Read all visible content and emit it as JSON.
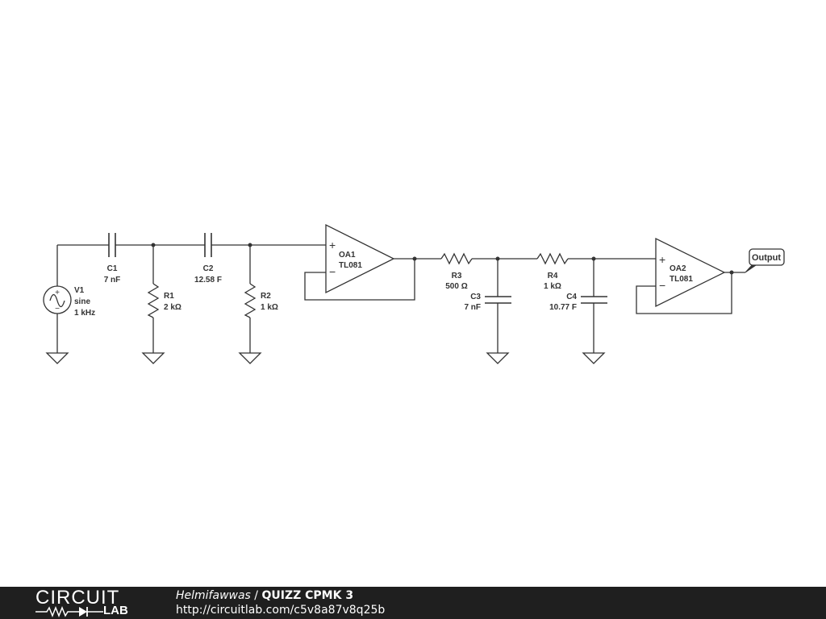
{
  "components": {
    "v1": {
      "name": "V1",
      "type": "sine",
      "freq": "1 kHz"
    },
    "c1": {
      "name": "C1",
      "value": "7 nF"
    },
    "r1": {
      "name": "R1",
      "value": "2 kΩ"
    },
    "c2": {
      "name": "C2",
      "value": "12.58 F"
    },
    "r2": {
      "name": "R2",
      "value": "1 kΩ"
    },
    "oa1": {
      "name": "OA1",
      "model": "TL081"
    },
    "r3": {
      "name": "R3",
      "value": "500 Ω"
    },
    "c3": {
      "name": "C3",
      "value": "7 nF"
    },
    "r4": {
      "name": "R4",
      "value": "1 kΩ"
    },
    "c4": {
      "name": "C4",
      "value": "10.77 F"
    },
    "oa2": {
      "name": "OA2",
      "model": "TL081"
    }
  },
  "output_label": "Output",
  "opamp_signs": {
    "plus": "+",
    "minus": "−"
  },
  "source_signs": {
    "plus": "+",
    "minus": "−"
  },
  "footer": {
    "logo_top": "CIRCUIT",
    "logo_bottom": "LAB",
    "author": "Helmifawwas",
    "separator": " / ",
    "title": "QUIZZ CPMK 3",
    "url": "http://circuitlab.com/c5v8a87v8q25b"
  },
  "colors": {
    "wire": "#333333",
    "footer_bg": "#1f1f1f",
    "footer_text": "#ffffff"
  }
}
